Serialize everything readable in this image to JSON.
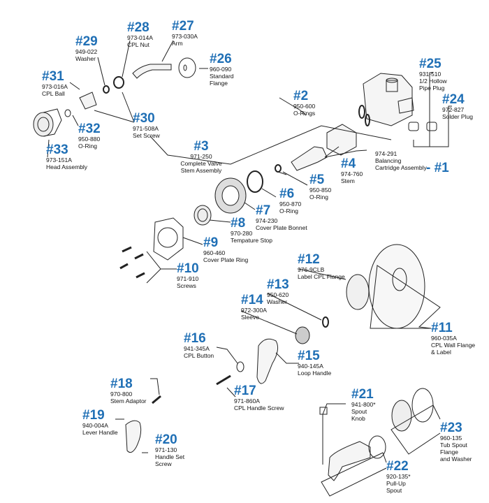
{
  "diagram": {
    "accent_color": "#1f6fb5",
    "parts": [
      {
        "number": "#2",
        "part_no": "950-600",
        "name": [
          "O-Rings"
        ]
      },
      {
        "number": "#3",
        "part_no": "971-250",
        "name": [
          "Complete Valve",
          "Stem Assembly"
        ]
      },
      {
        "number": "#4",
        "part_no": "974-760",
        "name": [
          "Stem"
        ]
      },
      {
        "number": "#5",
        "part_no": "950-850",
        "name": [
          "O-Ring"
        ]
      },
      {
        "number": "#6",
        "part_no": "950-870",
        "name": [
          "O-Ring"
        ]
      },
      {
        "number": "#7",
        "part_no": "974-230",
        "name": [
          "Cover Plate Bonnet"
        ]
      },
      {
        "number": "#8",
        "part_no": "970-280",
        "name": [
          "Tempature Stop"
        ]
      },
      {
        "number": "#9",
        "part_no": "960-460",
        "name": [
          "Cover Plate Ring"
        ]
      },
      {
        "number": "#10",
        "part_no": "971-910",
        "name": [
          "Screws"
        ]
      },
      {
        "number": "#11",
        "part_no": "960-035A",
        "name": [
          "CPL Wall Flange",
          "& Label"
        ]
      },
      {
        "number": "#12",
        "part_no": "976-9CLB",
        "name": [
          "Label CPL Flange"
        ]
      },
      {
        "number": "#13",
        "part_no": "950-620",
        "name": [
          "Washer"
        ]
      },
      {
        "number": "#14",
        "part_no": "972-300A",
        "name": [
          "Sleeve"
        ]
      },
      {
        "number": "#15",
        "part_no": "940-145A",
        "name": [
          "Loop Handle"
        ]
      },
      {
        "number": "#16",
        "part_no": "941-345A",
        "name": [
          "CPL Button"
        ]
      },
      {
        "number": "#17",
        "part_no": "971-860A",
        "name": [
          "CPL Handle Screw"
        ]
      },
      {
        "number": "#18",
        "part_no": "970-800",
        "name": [
          "Stem Adaptor"
        ]
      },
      {
        "number": "#19",
        "part_no": "940-004A",
        "name": [
          "Lever Handle"
        ]
      },
      {
        "number": "#20",
        "part_no": "971-130",
        "name": [
          "Handle Set",
          "Screw"
        ]
      },
      {
        "number": "#21",
        "part_no": "941-800*",
        "name": [
          "Spout",
          "Knob"
        ]
      },
      {
        "number": "#22",
        "part_no": "920-135*",
        "name": [
          "Pull-Up",
          "Spout"
        ]
      },
      {
        "number": "#23",
        "part_no": "960-135",
        "name": [
          "Tub Spout",
          "Flange",
          "and Washer"
        ]
      },
      {
        "number": "#24",
        "part_no": "972-827",
        "name": [
          "Solder Plug"
        ]
      },
      {
        "number": "#25",
        "part_no": "931-510",
        "name": [
          "1/2 Hollow",
          "Pipe Plug"
        ]
      },
      {
        "number": "#26",
        "part_no": "960-090",
        "name": [
          "Standard",
          "Flange"
        ]
      },
      {
        "number": "#27",
        "part_no": "973-030A",
        "name": [
          "Arm"
        ]
      },
      {
        "number": "#28",
        "part_no": "973-014A",
        "name": [
          "CPL Nut"
        ]
      },
      {
        "number": "#29",
        "part_no": "949-022",
        "name": [
          "Washer"
        ]
      },
      {
        "number": "#30",
        "part_no": "971-508A",
        "name": [
          "Set Screw"
        ]
      },
      {
        "number": "#31",
        "part_no": "973-016A",
        "name": [
          "CPL Ball"
        ]
      },
      {
        "number": "#32",
        "part_no": "950-880",
        "name": [
          "O-Ring"
        ]
      },
      {
        "number": "#33",
        "part_no": "973-151A",
        "name": [
          "Head Assembly"
        ]
      }
    ],
    "assembly": {
      "part_no": "974-291",
      "name": [
        "Balancing",
        "Cartridge Assembly"
      ],
      "number": "- #1"
    }
  }
}
